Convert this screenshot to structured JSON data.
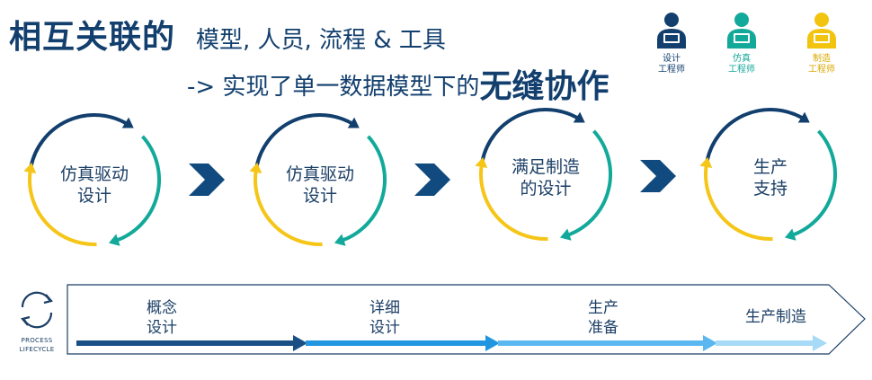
{
  "header": {
    "title_bold": "相互关联的",
    "title_normal": "模型, 人员, 流程 & 工具",
    "subtitle_prefix": "-> 实现了单一数据模型下的",
    "subtitle_bold": "无缝协作"
  },
  "roles": [
    {
      "label": "设计\n工程师",
      "color": "#123f6e"
    },
    {
      "label": "仿真\n工程师",
      "color": "#13a99a"
    },
    {
      "label": "制造\n工程师",
      "color": "#f2c40f"
    }
  ],
  "cycles": [
    {
      "label": "仿真驱动\n设计"
    },
    {
      "label": "仿真驱动\n设计"
    },
    {
      "label": "满足制造\n的设计"
    },
    {
      "label": "生产\n支持"
    }
  ],
  "lifecycle": {
    "label": "PROCESS\nLIFECYCLE",
    "stages": [
      {
        "label": "概念\n设计"
      },
      {
        "label": "详细\n设计"
      },
      {
        "label": "生产\n准备"
      },
      {
        "label": "生产制造"
      }
    ]
  },
  "colors": {
    "navy": "#123f6e",
    "teal": "#13a99a",
    "yellow": "#f5c518",
    "arrow_dark": "#114a7e",
    "bar1": "#1a4f86",
    "bar2": "#2196e0",
    "bar3": "#5ab7ef",
    "bar4": "#a6daf7"
  }
}
